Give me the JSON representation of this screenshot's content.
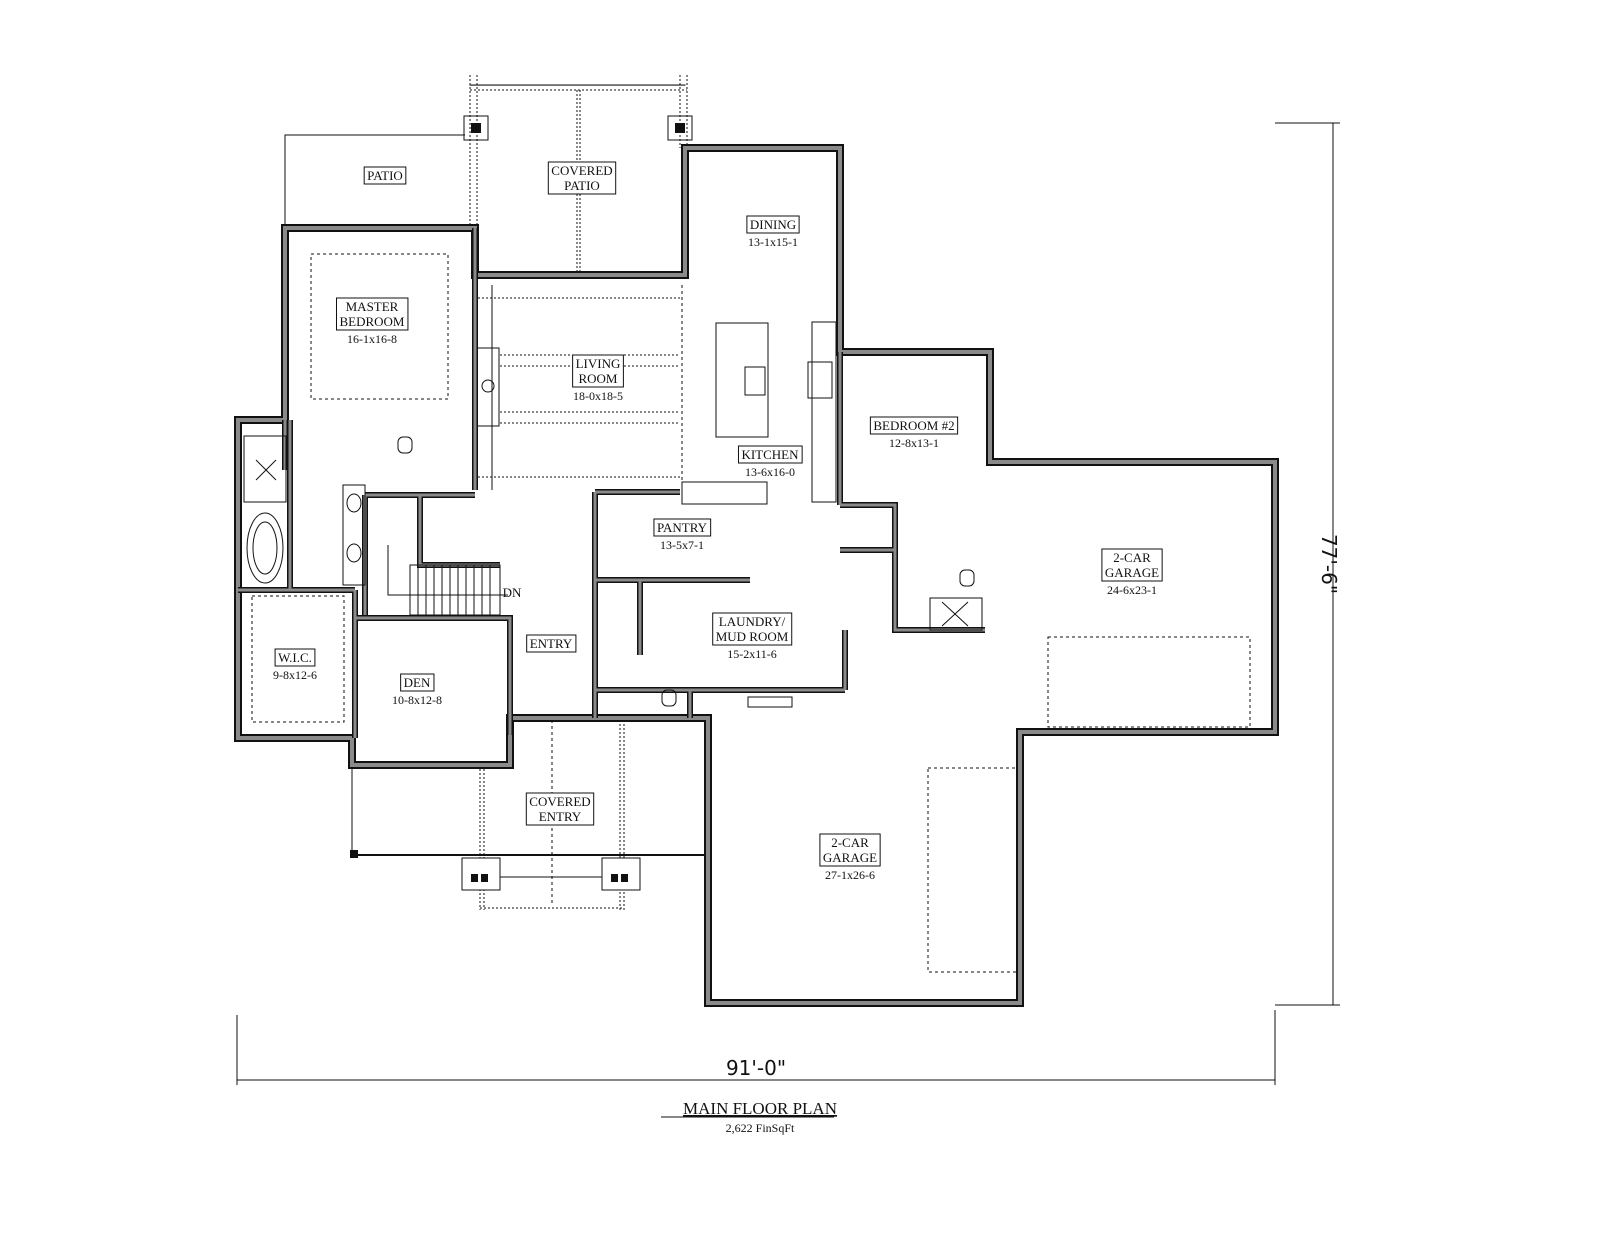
{
  "title": "MAIN FLOOR PLAN",
  "subtitle": "2,622 FinSqFt",
  "dimensions": {
    "width": "91'-0\"",
    "depth": "77'-6\""
  },
  "rooms": [
    {
      "id": "patio",
      "lines": [
        "PATIO"
      ],
      "size": ""
    },
    {
      "id": "covered-patio",
      "lines": [
        "COVERED",
        "PATIO"
      ],
      "size": ""
    },
    {
      "id": "dining",
      "lines": [
        "DINING"
      ],
      "size": "13-1x15-1"
    },
    {
      "id": "master-bedroom",
      "lines": [
        "MASTER",
        "BEDROOM"
      ],
      "size": "16-1x16-8"
    },
    {
      "id": "living-room",
      "lines": [
        "LIVING",
        "ROOM"
      ],
      "size": "18-0x18-5"
    },
    {
      "id": "kitchen",
      "lines": [
        "KITCHEN"
      ],
      "size": "13-6x16-0"
    },
    {
      "id": "bedroom-2",
      "lines": [
        "BEDROOM #2"
      ],
      "size": "12-8x13-1"
    },
    {
      "id": "garage-2car-right",
      "lines": [
        "2-CAR",
        "GARAGE"
      ],
      "size": "24-6x23-1"
    },
    {
      "id": "pantry",
      "lines": [
        "PANTRY"
      ],
      "size": "13-5x7-1"
    },
    {
      "id": "laundry",
      "lines": [
        "LAUNDRY/",
        "MUD ROOM"
      ],
      "size": "15-2x11-6"
    },
    {
      "id": "entry",
      "lines": [
        "ENTRY"
      ],
      "size": ""
    },
    {
      "id": "wic",
      "lines": [
        "W.I.C."
      ],
      "size": "9-8x12-6"
    },
    {
      "id": "den",
      "lines": [
        "DEN"
      ],
      "size": "10-8x12-8"
    },
    {
      "id": "covered-entry",
      "lines": [
        "COVERED",
        "ENTRY"
      ],
      "size": ""
    },
    {
      "id": "garage-2car-front",
      "lines": [
        "2-CAR",
        "GARAGE"
      ],
      "size": "27-1x26-6"
    }
  ],
  "stair_label": "DN"
}
